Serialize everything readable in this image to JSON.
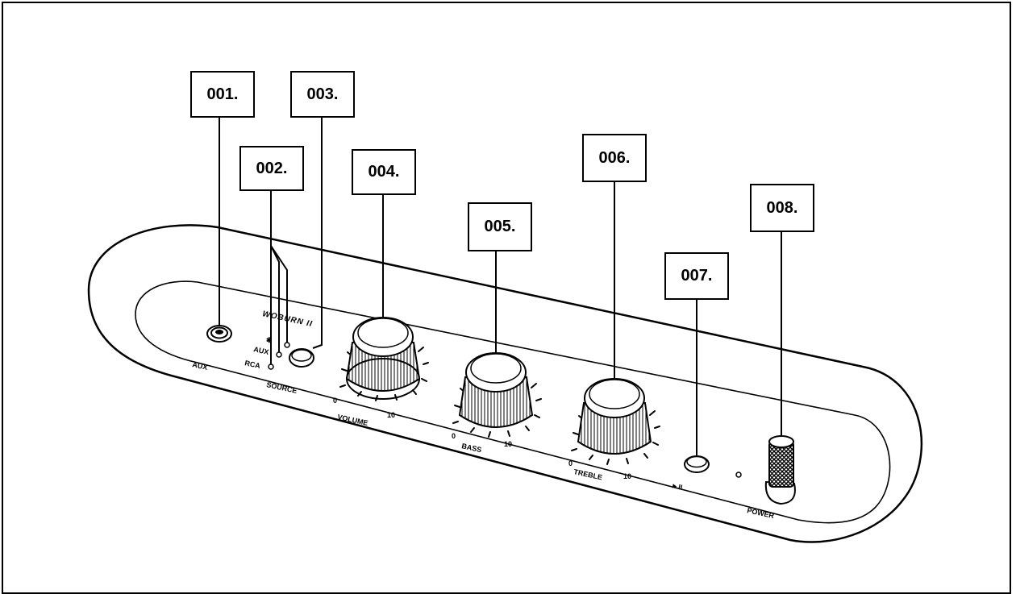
{
  "callouts": [
    {
      "id": "001",
      "label": "001."
    },
    {
      "id": "002",
      "label": "002."
    },
    {
      "id": "003",
      "label": "003."
    },
    {
      "id": "004",
      "label": "004."
    },
    {
      "id": "005",
      "label": "005."
    },
    {
      "id": "006",
      "label": "006."
    },
    {
      "id": "007",
      "label": "007."
    },
    {
      "id": "008",
      "label": "008."
    }
  ],
  "panel": {
    "brand": "WOBURN II",
    "aux_jack_label": "AUX",
    "source_label": "SOURCE",
    "source_bluetooth": "✱",
    "source_aux": "AUX",
    "source_rca": "RCA",
    "volume_label": "VOLUME",
    "bass_label": "BASS",
    "treble_label": "TREBLE",
    "scale_min": "0",
    "scale_max": "10",
    "play_pause_label": "►II",
    "power_label": "POWER"
  },
  "colors": {
    "line": "#000000",
    "background": "#ffffff"
  }
}
